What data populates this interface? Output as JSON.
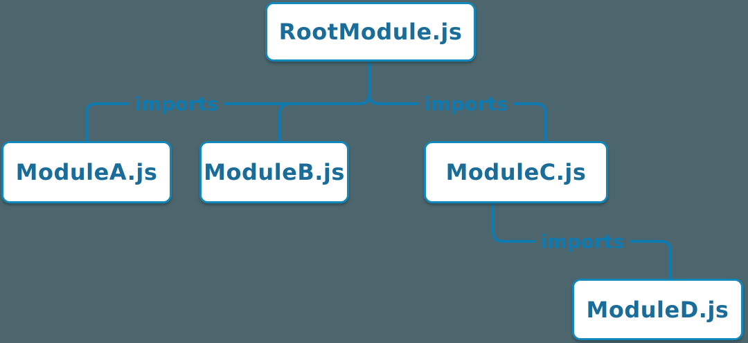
{
  "diagram": {
    "type": "module-dependency-tree",
    "nodes": [
      {
        "id": "root",
        "label": "RootModule.js"
      },
      {
        "id": "moduleA",
        "label": "ModuleA.js"
      },
      {
        "id": "moduleB",
        "label": "ModuleB.js"
      },
      {
        "id": "moduleC",
        "label": "ModuleC.js"
      },
      {
        "id": "moduleD",
        "label": "ModuleD.js"
      }
    ],
    "edges": [
      {
        "from": "RootModule.js",
        "to": "ModuleA.js",
        "label": "imports"
      },
      {
        "from": "RootModule.js",
        "to": "ModuleB.js",
        "label": ""
      },
      {
        "from": "RootModule.js",
        "to": "ModuleC.js",
        "label": "imports"
      },
      {
        "from": "ModuleC.js",
        "to": "ModuleD.js",
        "label": "imports"
      }
    ],
    "colors": {
      "background": "#4d666d",
      "node_fill": "#ffffff",
      "node_border": "#1187ba",
      "node_text": "#1a6c99",
      "edge": "#0e7ab0",
      "edge_label": "#0e7ab0"
    }
  }
}
